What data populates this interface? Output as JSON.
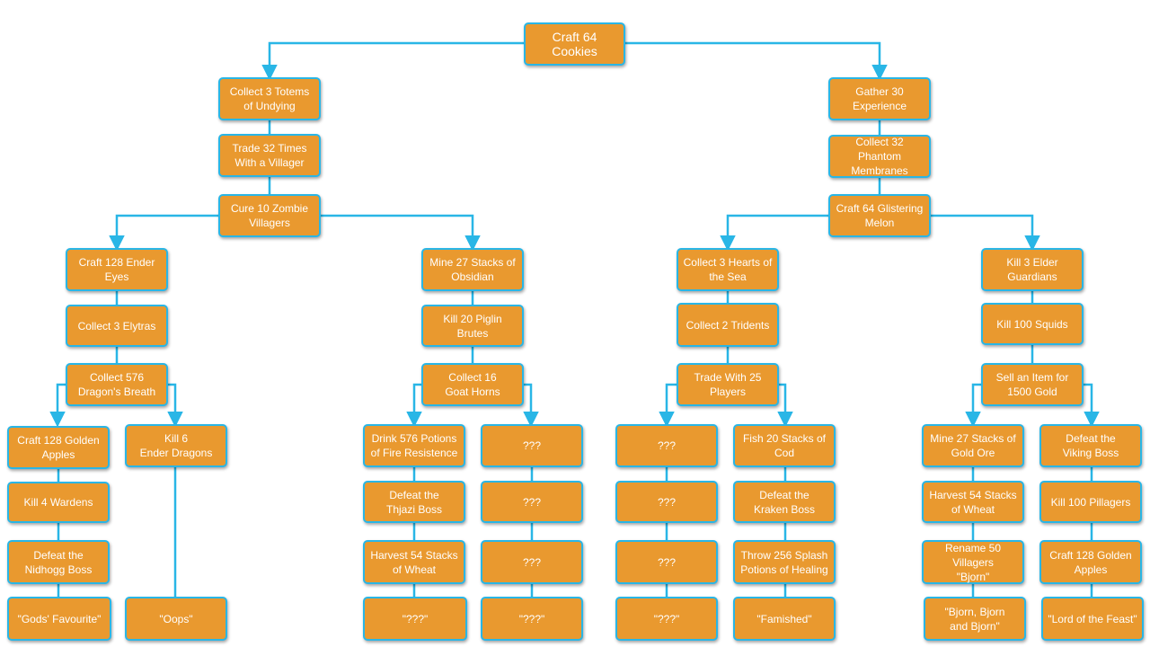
{
  "colors": {
    "node_fill": "#e9992f",
    "node_border": "#29b6e6",
    "connector": "#29b6e6",
    "text": "#ffffff"
  },
  "nodes": {
    "root": "Craft 64 Cookies",
    "left": {
      "l1": "Collect 3 Totems\nof Undying",
      "l2": "Trade 32 Times\nWith a Villager",
      "l3": "Cure 10 Zombie\nVillagers",
      "a": {
        "a1": "Craft 128 Ender\nEyes",
        "a2": "Collect 3 Elytras",
        "a3": "Collect 576\nDragon's Breath",
        "a_left": [
          "Craft 128 Golden\nApples",
          "Kill 4 Wardens",
          "Defeat the\nNidhogg Boss",
          "\"Gods' Favourite\""
        ],
        "a_right": [
          "Kill 6\nEnder Dragons",
          "\"Oops\""
        ]
      },
      "b": {
        "b1": "Mine 27 Stacks of\nObsidian",
        "b2": "Kill 20 Piglin\nBrutes",
        "b3": "Collect 16\nGoat Horns",
        "b_left": [
          "Drink 576 Potions\nof Fire Resistence",
          "Defeat the\nThjazi Boss",
          "Harvest 54 Stacks\nof Wheat",
          "\"???\""
        ],
        "b_right": [
          "???",
          "???",
          "???",
          "\"???\""
        ]
      }
    },
    "right": {
      "r1": "Gather 30\nExperience",
      "r2": "Collect 32 Phantom\nMembranes",
      "r3": "Craft 64 Glistering\nMelon",
      "c": {
        "c1": "Collect 3 Hearts of\nthe Sea",
        "c2": "Collect 2 Tridents",
        "c3": "Trade With 25\nPlayers",
        "c_left": [
          "???",
          "???",
          "???",
          "\"???\""
        ],
        "c_right": [
          "Fish 20 Stacks of\nCod",
          "Defeat the\nKraken Boss",
          "Throw 256 Splash\nPotions of Healing",
          "\"Famished\""
        ]
      },
      "d": {
        "d1": "Kill 3 Elder\nGuardians",
        "d2": "Kill 100 Squids",
        "d3": "Sell an Item for\n1500 Gold",
        "d_left": [
          "Mine 27 Stacks of\nGold Ore",
          "Harvest 54 Stacks\nof Wheat",
          "Rename 50 Villagers\n\"Bjorn\"",
          "\"Bjorn, Bjorn\nand Bjorn\""
        ],
        "d_right": [
          "Defeat the\nViking Boss",
          "Kill 100 Pillagers",
          "Craft 128 Golden\nApples",
          "\"Lord of the Feast\""
        ]
      }
    }
  }
}
